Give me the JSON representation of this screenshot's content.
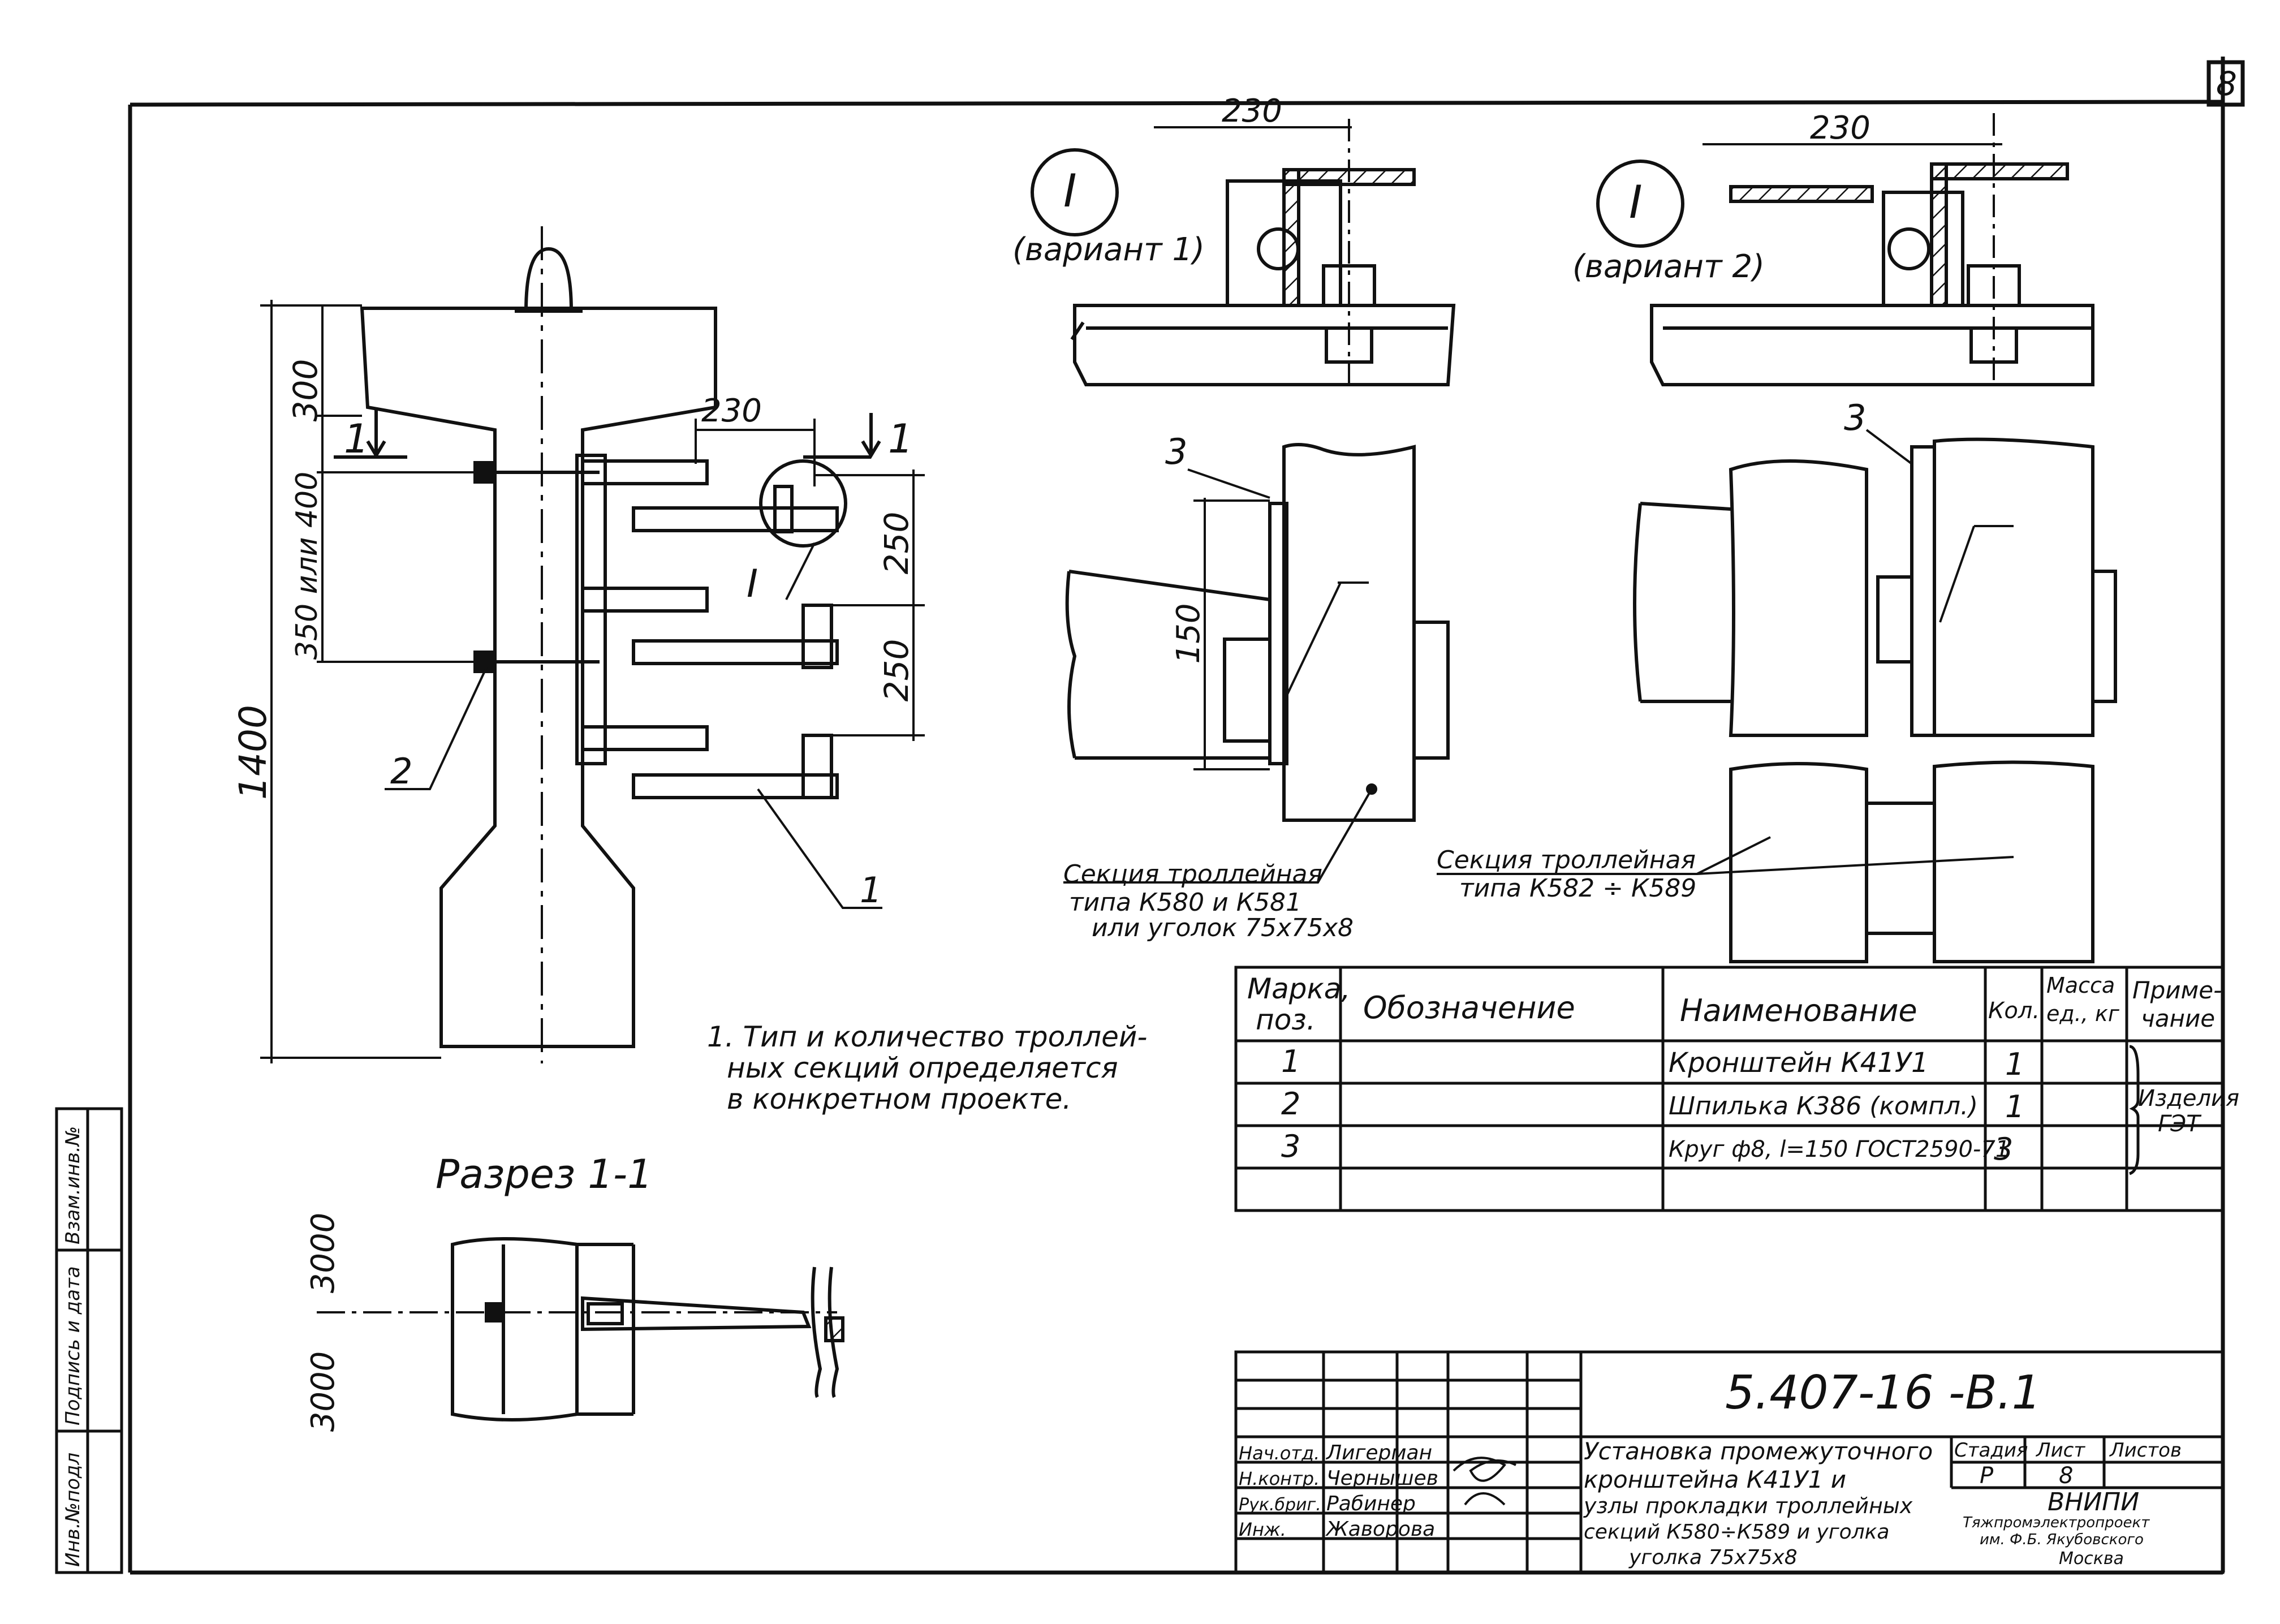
{
  "sheet_number": "8",
  "side_stamp": {
    "inv_podl": "Инв.№подл",
    "podpis_data": "Подпись и дата",
    "vzam_inv": "Взам.инв.№"
  },
  "main_view": {
    "dim_total": "1400",
    "dim_top": "300",
    "dim_bracket": "350 или 400",
    "dim_offset": "230",
    "dim_step1": "250",
    "dim_step2": "250",
    "section_mark_left": "1",
    "section_mark_right": "1",
    "callout_node": "I",
    "callout_pos2": "2",
    "callout_pos1": "1"
  },
  "detail_v1": {
    "mark": "I",
    "caption": "(вариант 1)",
    "dim": "230"
  },
  "detail_v2": {
    "mark": "I",
    "caption": "(вариант 2)",
    "dim": "230"
  },
  "side_view_left": {
    "callout": "3",
    "dim": "150",
    "label_line1": "Секция троллейная",
    "label_line2": "типа К580 и К581",
    "label_line3": "или уголок 75х75х8"
  },
  "side_view_right": {
    "callout": "3",
    "label_line1": "Секция троллейная",
    "label_line2": "типа К582 ÷ К589"
  },
  "note": {
    "line1": "1. Тип и количество троллей-",
    "line2": "ных секций определяется",
    "line3": "в конкретном проекте."
  },
  "section": {
    "title": "Разрез 1-1",
    "dim_upper": "3000",
    "dim_lower": "3000"
  },
  "spec_table": {
    "headers": {
      "mark_l1": "Марка,",
      "mark_l2": "поз.",
      "designation": "Обозначение",
      "name": "Наименование",
      "qty": "Кол.",
      "mass_l1": "Масса",
      "mass_l2": "ед., кг",
      "note_l1": "Приме-",
      "note_l2": "чание"
    },
    "rows": [
      {
        "pos": "1",
        "designation": "",
        "name": "Кронштейн К41У1",
        "qty": "1"
      },
      {
        "pos": "2",
        "designation": "",
        "name": "Шпилька К386 (компл.)",
        "qty": "1"
      },
      {
        "pos": "3",
        "designation": "",
        "name": "Круг ф8, l=150 ГОСТ2590-71",
        "qty": "3"
      }
    ],
    "remark_l1": "Изделия",
    "remark_l2": "ГЭТ"
  },
  "title_block": {
    "doc_code": "5.407-16 -В.1",
    "title_l1": "Установка промежуточного",
    "title_l2": "кронштейна К41У1 и",
    "title_l3": "узлы прокладки троллейных",
    "title_l4": "секций К580÷К589 и уголка",
    "title_l5": "уголка 75х75х8",
    "stage_label": "Стадия",
    "sheet_label": "Лист",
    "sheets_label": "Листов",
    "stage": "Р",
    "sheet": "8",
    "org_l1": "ВНИПИ",
    "org_l2": "Тяжпромэлектропроект",
    "org_l3": "им. Ф.Б. Якубовского",
    "org_l4": "Москва",
    "roles": [
      {
        "role": "Нач.отд.",
        "name": "Лигерман"
      },
      {
        "role": "Н.контр.",
        "name": "Чернышев"
      },
      {
        "role": "Рук.бриг.",
        "name": "Рабинер"
      },
      {
        "role": "Инж.",
        "name": "Жаворова"
      }
    ]
  }
}
